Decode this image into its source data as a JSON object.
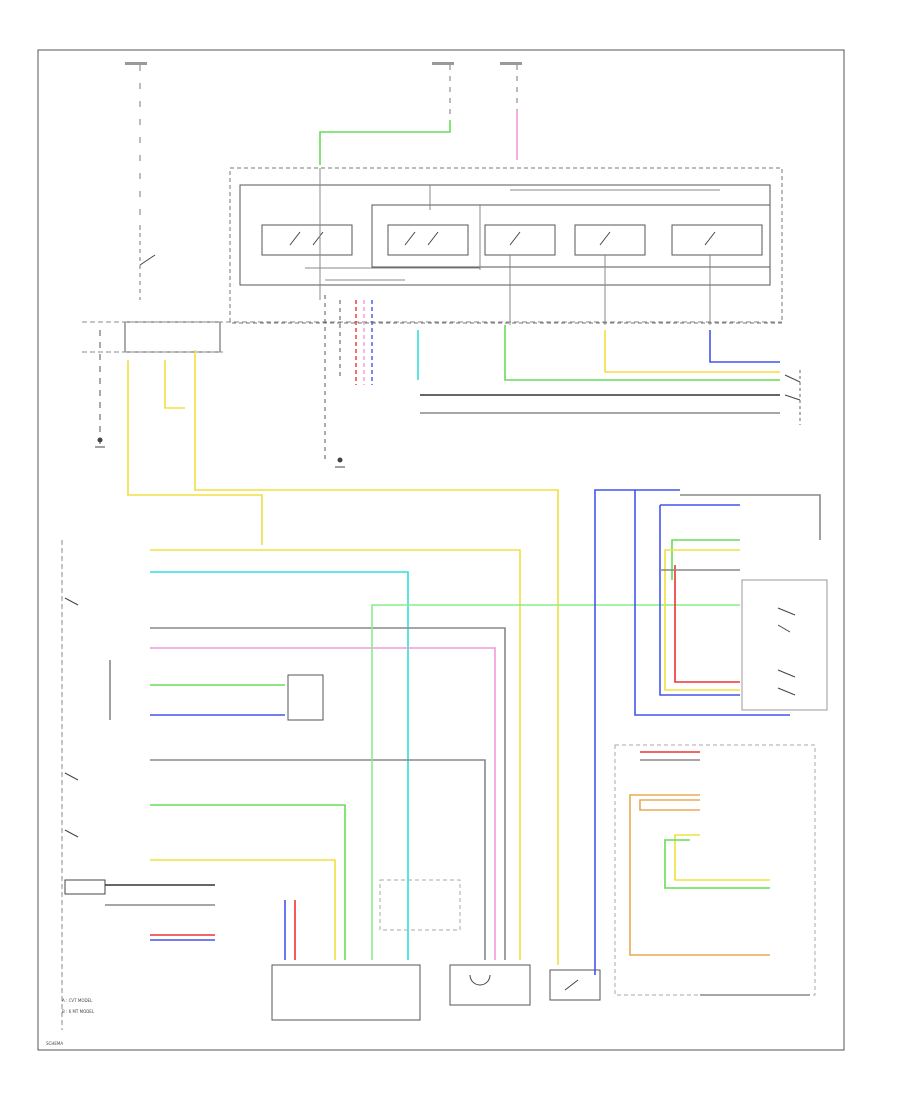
{
  "diagram": {
    "labels": {
      "corner": "SCHEMA",
      "legend_a": "A : CVT MODEL",
      "legend_b": "B : 6 MT MODEL"
    },
    "wire_colors": {
      "yellow": "#f0e040",
      "light_green": "#66dd55",
      "pink": "#f29ad8",
      "cyan": "#33dddd",
      "blue": "#4455ee",
      "red": "#ee3333",
      "orange": "#e8aa55",
      "gray": "#888888",
      "black": "#333333"
    }
  }
}
